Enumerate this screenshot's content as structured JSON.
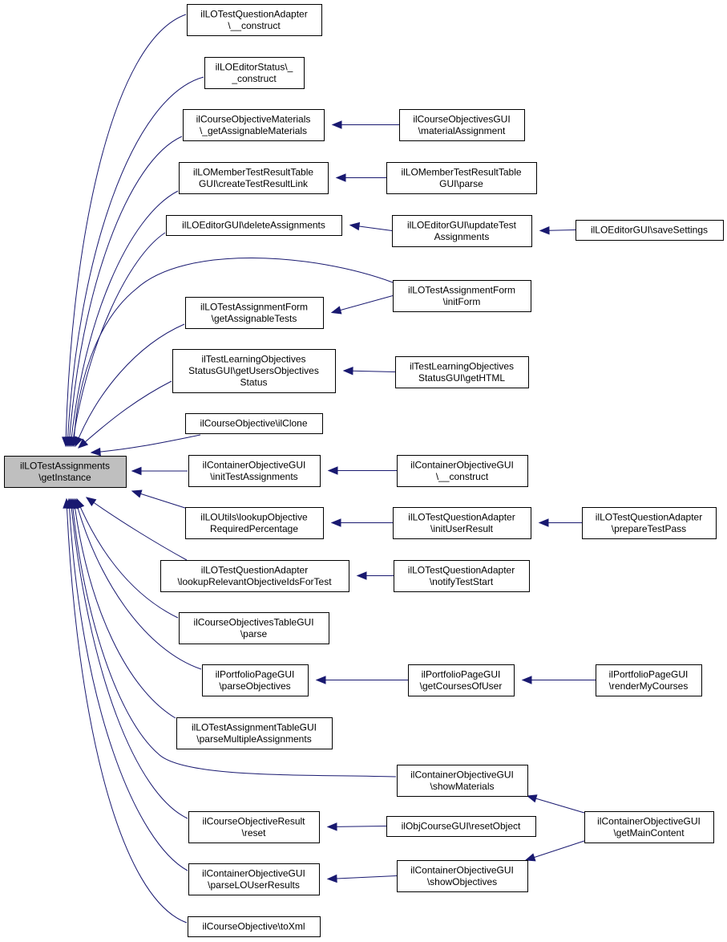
{
  "nodes": {
    "root": [
      "ilLOTestAssignments",
      "\\getInstance"
    ],
    "n1": [
      "ilLOTestQuestionAdapter",
      "\\__construct"
    ],
    "n2": [
      "ilLOEditorStatus\\_",
      "_construct"
    ],
    "n3": [
      "ilCourseObjectiveMaterials",
      "\\_getAssignableMaterials"
    ],
    "n4": [
      "ilLOMemberTestResultTable",
      "GUI\\createTestResultLink"
    ],
    "n5": [
      "ilLOEditorGUI\\deleteAssignments"
    ],
    "n6": [
      "ilLOTestAssignmentForm",
      "\\getAssignableTests"
    ],
    "n7": [
      "ilTestLearningObjectives",
      "StatusGUI\\getUsersObjectives",
      "Status"
    ],
    "n8": [
      "ilCourseObjective\\ilClone"
    ],
    "n9": [
      "ilContainerObjectiveGUI",
      "\\initTestAssignments"
    ],
    "n10": [
      "ilLOUtils\\lookupObjective",
      "RequiredPercentage"
    ],
    "n11": [
      "ilLOTestQuestionAdapter",
      "\\lookupRelevantObjectiveIdsForTest"
    ],
    "n12": [
      "ilCourseObjectivesTableGUI",
      "\\parse"
    ],
    "n13": [
      "ilPortfolioPageGUI",
      "\\parseObjectives"
    ],
    "n14": [
      "ilLOTestAssignmentTableGUI",
      "\\parseMultipleAssignments"
    ],
    "n15": [
      "ilCourseObjectiveResult",
      "\\reset"
    ],
    "n16": [
      "ilContainerObjectiveGUI",
      "\\parseLOUserResults"
    ],
    "n17": [
      "ilCourseObjective\\toXml"
    ],
    "m1": [
      "ilCourseObjectivesGUI",
      "\\materialAssignment"
    ],
    "m2": [
      "ilLOMemberTestResultTable",
      "GUI\\parse"
    ],
    "m3": [
      "ilLOEditorGUI\\updateTest",
      "Assignments"
    ],
    "m4": [
      "ilLOTestAssignmentForm",
      "\\initForm"
    ],
    "m5": [
      "ilTestLearningObjectives",
      "StatusGUI\\getHTML"
    ],
    "m6": [
      "ilContainerObjectiveGUI",
      "\\__construct"
    ],
    "m7": [
      "ilLOTestQuestionAdapter",
      "\\initUserResult"
    ],
    "m8": [
      "ilLOTestQuestionAdapter",
      "\\notifyTestStart"
    ],
    "m9": [
      "ilPortfolioPageGUI",
      "\\getCoursesOfUser"
    ],
    "m10": [
      "ilContainerObjectiveGUI",
      "\\showMaterials"
    ],
    "m11": [
      "ilObjCourseGUI\\resetObject"
    ],
    "m12": [
      "ilContainerObjectiveGUI",
      "\\showObjectives"
    ],
    "r1": [
      "ilLOEditorGUI\\saveSettings"
    ],
    "r2": [
      "ilLOTestQuestionAdapter",
      "\\prepareTestPass"
    ],
    "r3": [
      "ilPortfolioPageGUI",
      "\\renderMyCourses"
    ],
    "r4": [
      "ilContainerObjectiveGUI",
      "\\getMainContent"
    ]
  },
  "edges": [
    [
      "n1",
      "root"
    ],
    [
      "n2",
      "root"
    ],
    [
      "n3",
      "root"
    ],
    [
      "n4",
      "root"
    ],
    [
      "n5",
      "root"
    ],
    [
      "n6",
      "root"
    ],
    [
      "n7",
      "root"
    ],
    [
      "n8",
      "root"
    ],
    [
      "n9",
      "root"
    ],
    [
      "n10",
      "root"
    ],
    [
      "n11",
      "root"
    ],
    [
      "n12",
      "root"
    ],
    [
      "n13",
      "root"
    ],
    [
      "n14",
      "root"
    ],
    [
      "n15",
      "root"
    ],
    [
      "n16",
      "root"
    ],
    [
      "n17",
      "root"
    ],
    [
      "m4",
      "root"
    ],
    [
      "m10",
      "root"
    ],
    [
      "m1",
      "n3"
    ],
    [
      "m2",
      "n4"
    ],
    [
      "m3",
      "n5"
    ],
    [
      "r1",
      "m3"
    ],
    [
      "m4",
      "n6"
    ],
    [
      "m5",
      "n7"
    ],
    [
      "m6",
      "n9"
    ],
    [
      "m7",
      "n10"
    ],
    [
      "r2",
      "m7"
    ],
    [
      "m8",
      "n11"
    ],
    [
      "m9",
      "n13"
    ],
    [
      "r3",
      "m9"
    ],
    [
      "r4",
      "m10"
    ],
    [
      "m11",
      "n15"
    ],
    [
      "m12",
      "n16"
    ],
    [
      "r4",
      "m12"
    ]
  ]
}
